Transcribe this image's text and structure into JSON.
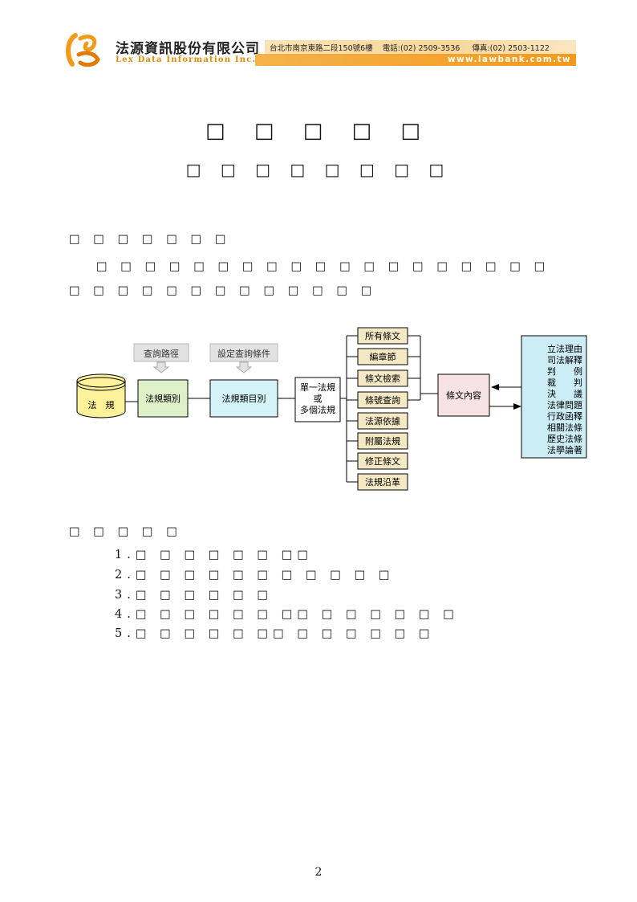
{
  "header": {
    "company_cn": "法源資訊股份有限公司",
    "company_en": "Lex Data Information Inc.",
    "address": "台北市南京東路二段150號6樓",
    "phone": "電話:(02) 2509-3536",
    "fax": "傳真:(02) 2503-1122",
    "website": "www.lawbank.com.tw"
  },
  "title": "□ □ □ □ □",
  "subtitle": "□ □ □ □ □ □ □ □",
  "section1": {
    "heading": "□ □ □ □ □ □ □",
    "para_line1": "□ □ □ □ □ □ □ □ □ □ □ □ □ □ □ □ □ □ □",
    "para_line2": "□ □ □ □ □ □ □ □ □ □ □ □ □"
  },
  "diagram": {
    "db_label": "法　規",
    "top_label_1": "查詢路徑",
    "top_label_2": "設定查詢條件",
    "box_category": "法規類別",
    "box_catalog": "法規類目別",
    "box_single_1": "單一法規",
    "box_single_2": "或",
    "box_single_3": "多個法規",
    "options": [
      "所有條文",
      "編章節",
      "條文檢索",
      "條號查詢",
      "法源依據",
      "附屬法規",
      "修正條文",
      "法規沿革"
    ],
    "content_box": "條文內容",
    "related_lines": [
      "立法理由",
      "司法解釋",
      "判　　例",
      "裁　　判",
      "決　　議",
      "法律問題",
      "行政函釋",
      "相關法條",
      "歷史法條",
      "法學論著"
    ]
  },
  "section2": {
    "heading": "□ □ □ □ □",
    "items": [
      "1.□ □ □ □ □ □ □□",
      "2.□ □ □ □ □ □ □ □ □ □ □",
      "3.□ □ □ □ □ □",
      "4.□ □ □ □ □ □ □□ □ □ □ □ □ □",
      "5.□ □ □ □ □ □□ □ □ □ □ □ □"
    ]
  },
  "page_number": "2",
  "colors": {
    "header_orange": "#f39a1a",
    "header_light": "#f8d79a",
    "db_yellow": "#fbf29a",
    "category_green": "#dff0c8",
    "catalog_cyan": "#d4f3f8",
    "option_tan": "#f4e9c4",
    "content_pink": "#f7e3e3",
    "related_blue": "#ccecf6",
    "label_gray": "#e2e2e2"
  }
}
